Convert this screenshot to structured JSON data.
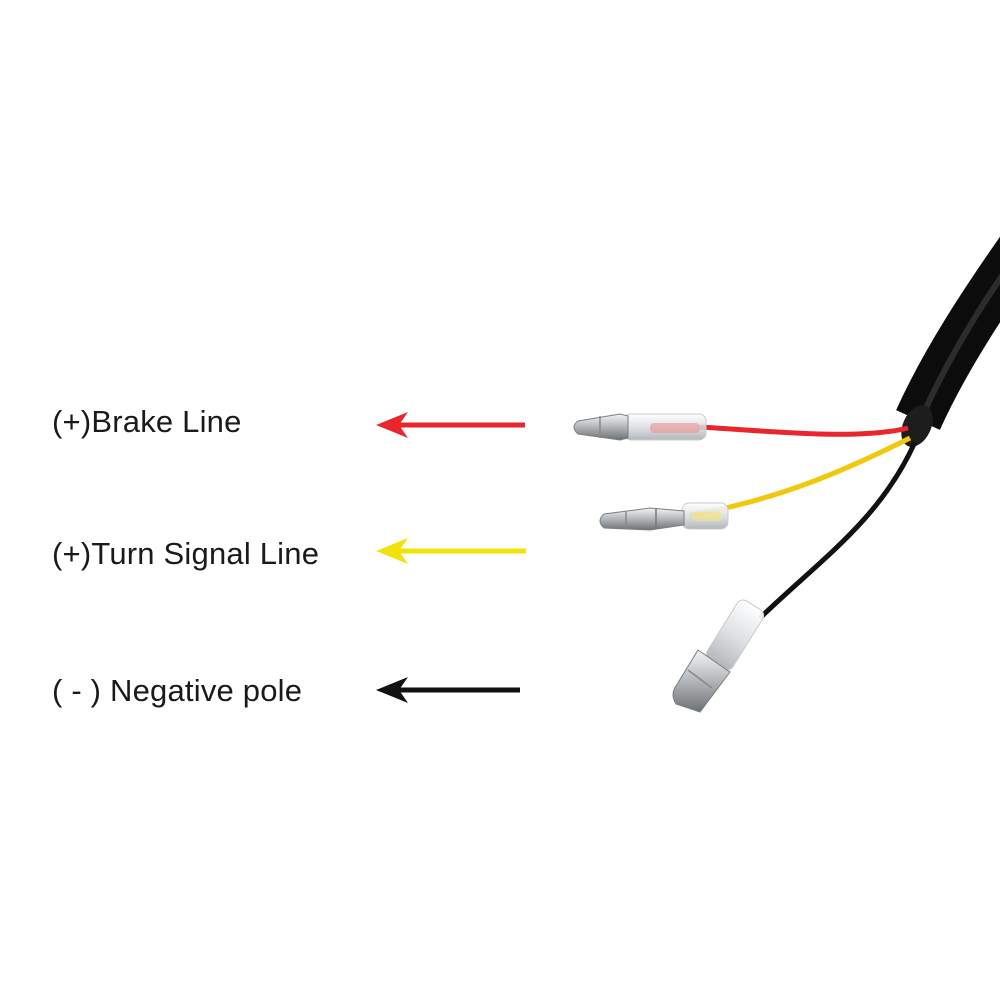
{
  "labels": {
    "brake": "(+)Brake Line",
    "turn": "(+)Turn Signal Line",
    "negative": "( - ) Negative pole"
  },
  "colors": {
    "brake_wire": "#e8262b",
    "turn_wire": "#f2d80a",
    "negative_wire": "#111111",
    "sheath": "#0c0c0c",
    "connector": "#dfe3e6"
  },
  "icons": {
    "brake_arrow": "arrow-left-icon",
    "turn_arrow": "arrow-left-icon",
    "negative_arrow": "arrow-left-icon"
  }
}
